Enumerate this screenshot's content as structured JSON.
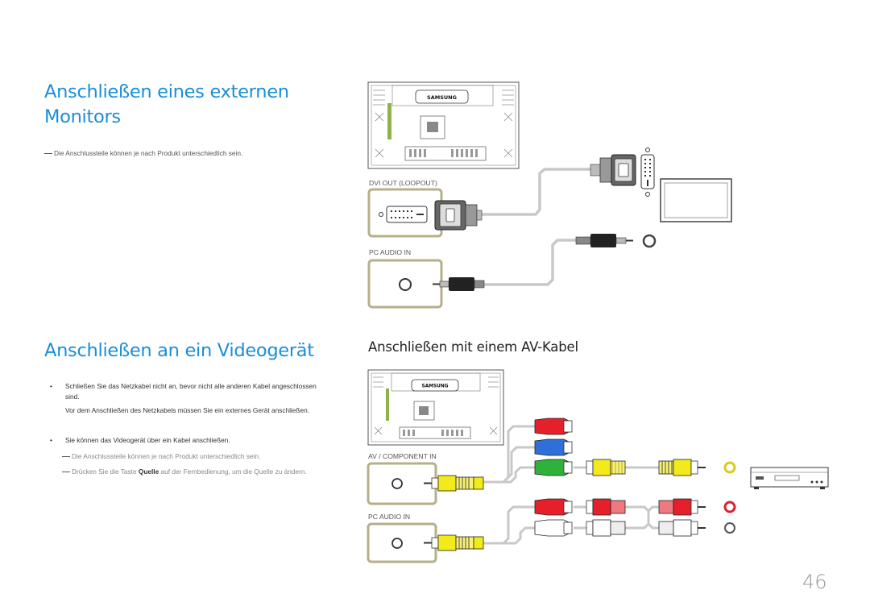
{
  "heading_external_monitor": "Anschließen eines externen Monitors",
  "note_parts": "Die Anschlussteile können je nach Produkt unterschiedlich sein.",
  "heading_video_device": "Anschließen an ein Videogerät",
  "heading_av_cable": "Anschließen mit einem AV-Kabel",
  "bullet_power_1": "Schließen Sie das Netzkabel nicht an, bevor nicht alle anderen Kabel angeschlossen sind.",
  "bullet_power_2": "Vor dem Anschließen des Netzkabels müssen Sie ein externes Gerät anschließen.",
  "bullet_cable": "Sie können das Videogerät über ein Kabel anschließen.",
  "note_parts_2": "Die Anschlussteile können je nach Produkt unterschiedlich sein.",
  "note_source_pre": "Drücken Sie die Taste ",
  "note_source_key": "Quelle",
  "note_source_post": " auf der Fernbedienung, um die Quelle zu ändern.",
  "bullet_glyph": "•",
  "page_number": "46",
  "diagram": {
    "brand": "SAMSUNG",
    "label_dvi_out": "DVI OUT (LOOPOUT)",
    "label_pc_audio_top": "PC AUDIO IN",
    "label_av_component": "AV / COMPONENT IN",
    "label_pc_audio_bottom": "PC AUDIO IN"
  },
  "colors": {
    "heading": "#1a8ed8",
    "port_frame": "#b5b08a",
    "cable": "#c8c8c8",
    "plug_red": "#e5202a",
    "plug_green": "#2fb23a",
    "plug_blue": "#2f6fd8",
    "plug_yellow": "#f2ea1b"
  }
}
